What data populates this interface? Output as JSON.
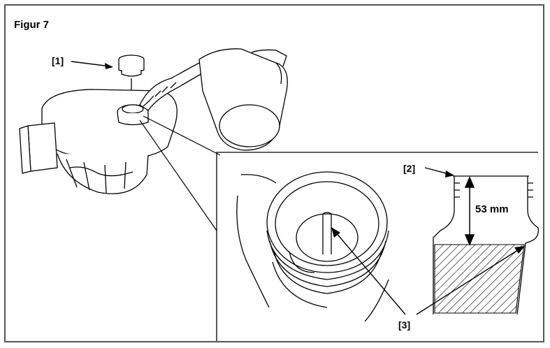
{
  "figure": {
    "title": "Figur 7",
    "callouts": {
      "cap": "[1]",
      "neck": "[2]",
      "mark": "[3]"
    },
    "dimension": "53 mm"
  },
  "colors": {
    "line": "#000000",
    "frame": "#555555",
    "background": "#ffffff"
  }
}
